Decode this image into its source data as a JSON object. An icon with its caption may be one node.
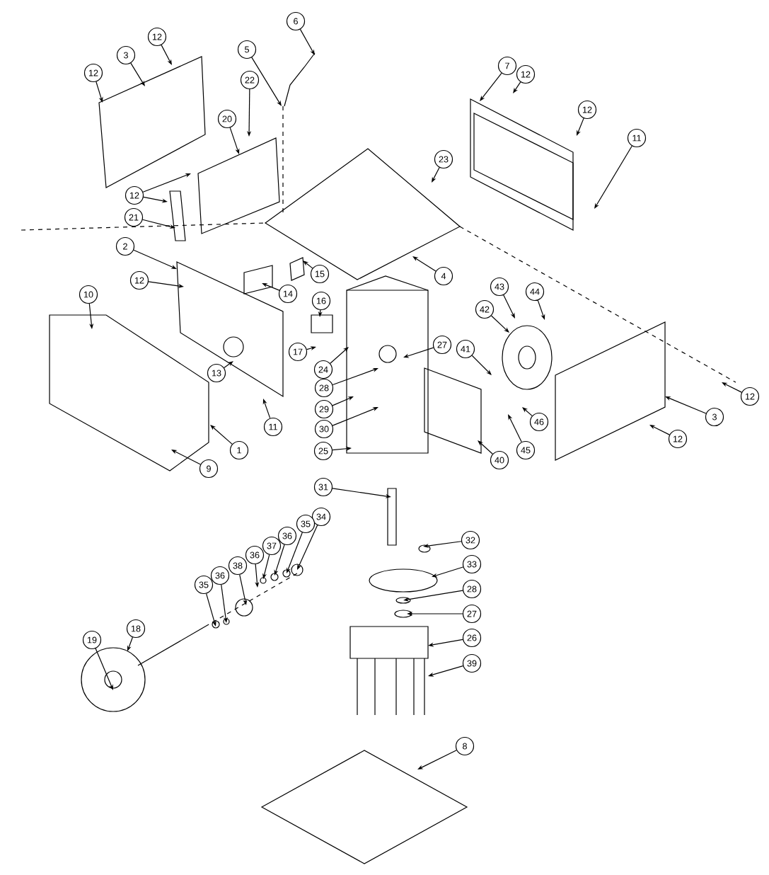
{
  "diagram": {
    "nodes": [
      {
        "text": [
          "12"
        ]
      },
      {
        "text": [
          "6"
        ]
      },
      {
        "text": [
          "5"
        ]
      },
      {
        "text": [
          "3"
        ]
      },
      {
        "text": [
          "12"
        ]
      },
      {
        "text": [
          "22"
        ]
      },
      {
        "text": [
          "20"
        ]
      },
      {
        "text": [
          "12"
        ]
      },
      {
        "text": [
          "21"
        ]
      },
      {
        "text": [
          "2"
        ]
      },
      {
        "text": [
          "12"
        ]
      },
      {
        "text": [
          "15"
        ]
      },
      {
        "text": [
          "14"
        ]
      },
      {
        "text": [
          "10"
        ]
      },
      {
        "text": [
          "13"
        ]
      },
      {
        "text": [
          "16"
        ]
      },
      {
        "text": [
          "17"
        ]
      },
      {
        "text": [
          "24"
        ]
      },
      {
        "text": [
          "28"
        ]
      },
      {
        "text": [
          "29"
        ]
      },
      {
        "text": [
          "30"
        ]
      },
      {
        "text": [
          "11"
        ]
      },
      {
        "text": [
          "25"
        ]
      },
      {
        "text": [
          "1"
        ]
      },
      {
        "text": [
          "9"
        ]
      },
      {
        "text": [
          "7"
        ]
      },
      {
        "text": [
          "12"
        ]
      },
      {
        "text": [
          "12"
        ]
      },
      {
        "text": [
          "11"
        ]
      },
      {
        "text": [
          "23"
        ]
      },
      {
        "text": [
          "4"
        ]
      },
      {
        "text": [
          "43"
        ]
      },
      {
        "text": [
          "44"
        ]
      },
      {
        "text": [
          "42"
        ]
      },
      {
        "text": [
          "27"
        ]
      },
      {
        "text": [
          "41"
        ]
      },
      {
        "text": [
          "46"
        ]
      },
      {
        "text": [
          "45"
        ]
      },
      {
        "text": [
          "40"
        ]
      },
      {
        "text": [
          "3"
        ]
      },
      {
        "text": [
          "12"
        ]
      },
      {
        "text": [
          "12"
        ]
      },
      {
        "text": [
          "31"
        ]
      },
      {
        "text": [
          "32"
        ]
      },
      {
        "text": [
          "33"
        ]
      },
      {
        "text": [
          "28"
        ]
      },
      {
        "text": [
          "27"
        ]
      },
      {
        "text": [
          "26"
        ]
      },
      {
        "text": [
          "39"
        ]
      },
      {
        "text": [
          "34"
        ]
      },
      {
        "text": [
          "35"
        ]
      },
      {
        "text": [
          "36"
        ]
      },
      {
        "text": [
          "37"
        ]
      },
      {
        "text": [
          "36"
        ]
      },
      {
        "text": [
          "38"
        ]
      },
      {
        "text": [
          "36"
        ]
      },
      {
        "text": [
          "35"
        ]
      },
      {
        "text": [
          "18"
        ]
      },
      {
        "text": [
          "19"
        ]
      },
      {
        "text": [
          "8"
        ]
      }
    ],
    "edges": [
      {
        "from": 0,
        "to": null,
        "arrow": "to"
      },
      {
        "from": 1,
        "to": null,
        "arrow": "to"
      },
      {
        "from": 2,
        "to": null,
        "arrow": "to"
      },
      {
        "from": 3,
        "to": null,
        "arrow": "to"
      },
      {
        "from": 4,
        "to": null,
        "arrow": "to"
      },
      {
        "from": 5,
        "to": null,
        "arrow": "to"
      },
      {
        "from": 6,
        "to": null,
        "arrow": "to"
      },
      {
        "from": 7,
        "to": null,
        "arrow": "to"
      },
      {
        "from": 7,
        "to": null,
        "arrow": "to"
      },
      {
        "from": 8,
        "to": null,
        "arrow": "to"
      },
      {
        "from": 9,
        "to": null,
        "arrow": "to"
      },
      {
        "from": 10,
        "to": null,
        "arrow": "to"
      },
      {
        "from": 11,
        "to": null,
        "arrow": "to"
      },
      {
        "from": 12,
        "to": null,
        "arrow": "to"
      },
      {
        "from": 13,
        "to": null,
        "arrow": "to"
      },
      {
        "from": 14,
        "to": null,
        "arrow": "to"
      },
      {
        "from": 15,
        "to": null,
        "arrow": "to"
      },
      {
        "from": 16,
        "to": null,
        "arrow": "to"
      },
      {
        "from": 17,
        "to": null,
        "arrow": "to"
      },
      {
        "from": 18,
        "to": null,
        "arrow": "to"
      },
      {
        "from": 19,
        "to": null,
        "arrow": "to"
      },
      {
        "from": 20,
        "to": null,
        "arrow": "to"
      },
      {
        "from": 21,
        "to": null,
        "arrow": "to"
      },
      {
        "from": 22,
        "to": null,
        "arrow": "to"
      },
      {
        "from": 23,
        "to": null,
        "arrow": "to"
      },
      {
        "from": 24,
        "to": null,
        "arrow": "to"
      },
      {
        "from": 25,
        "to": null,
        "arrow": "to"
      },
      {
        "from": 26,
        "to": null,
        "arrow": "to"
      },
      {
        "from": 27,
        "to": null,
        "arrow": "to"
      },
      {
        "from": 28,
        "to": null,
        "arrow": "to"
      },
      {
        "from": 29,
        "to": null,
        "arrow": "to"
      },
      {
        "from": 30,
        "to": null,
        "arrow": "to"
      },
      {
        "from": 31,
        "to": null,
        "arrow": "to"
      },
      {
        "from": 32,
        "to": null,
        "arrow": "to"
      },
      {
        "from": 33,
        "to": null,
        "arrow": "to"
      },
      {
        "from": 34,
        "to": null,
        "arrow": "to"
      },
      {
        "from": 35,
        "to": null,
        "arrow": "to"
      },
      {
        "from": 36,
        "to": null,
        "arrow": "to"
      },
      {
        "from": 37,
        "to": null,
        "arrow": "to"
      },
      {
        "from": 38,
        "to": null,
        "arrow": "to"
      },
      {
        "from": 39,
        "to": null,
        "arrow": "to"
      },
      {
        "from": 40,
        "to": null,
        "arrow": "to"
      },
      {
        "from": 41,
        "to": null,
        "arrow": "to"
      },
      {
        "from": 42,
        "to": null,
        "arrow": "to"
      },
      {
        "from": 43,
        "to": null,
        "arrow": "to"
      },
      {
        "from": 44,
        "to": null,
        "arrow": "to"
      },
      {
        "from": 45,
        "to": null,
        "arrow": "to"
      },
      {
        "from": 46,
        "to": null,
        "arrow": "to"
      },
      {
        "from": 47,
        "to": null,
        "arrow": "to"
      },
      {
        "from": 48,
        "to": null,
        "arrow": "to"
      },
      {
        "from": 49,
        "to": null,
        "arrow": "to"
      },
      {
        "from": 50,
        "to": null,
        "arrow": "to"
      },
      {
        "from": 51,
        "to": null,
        "arrow": "to"
      },
      {
        "from": 52,
        "to": null,
        "arrow": "to"
      },
      {
        "from": 53,
        "to": null,
        "arrow": "to"
      },
      {
        "from": 54,
        "to": null,
        "arrow": "to"
      },
      {
        "from": 55,
        "to": null,
        "arrow": "to"
      },
      {
        "from": 56,
        "to": null,
        "arrow": "to"
      },
      {
        "from": 57,
        "to": null,
        "arrow": "to"
      },
      {
        "from": 58,
        "to": null,
        "arrow": "to"
      },
      {
        "from": 59,
        "to": null,
        "arrow": "to"
      }
    ]
  }
}
